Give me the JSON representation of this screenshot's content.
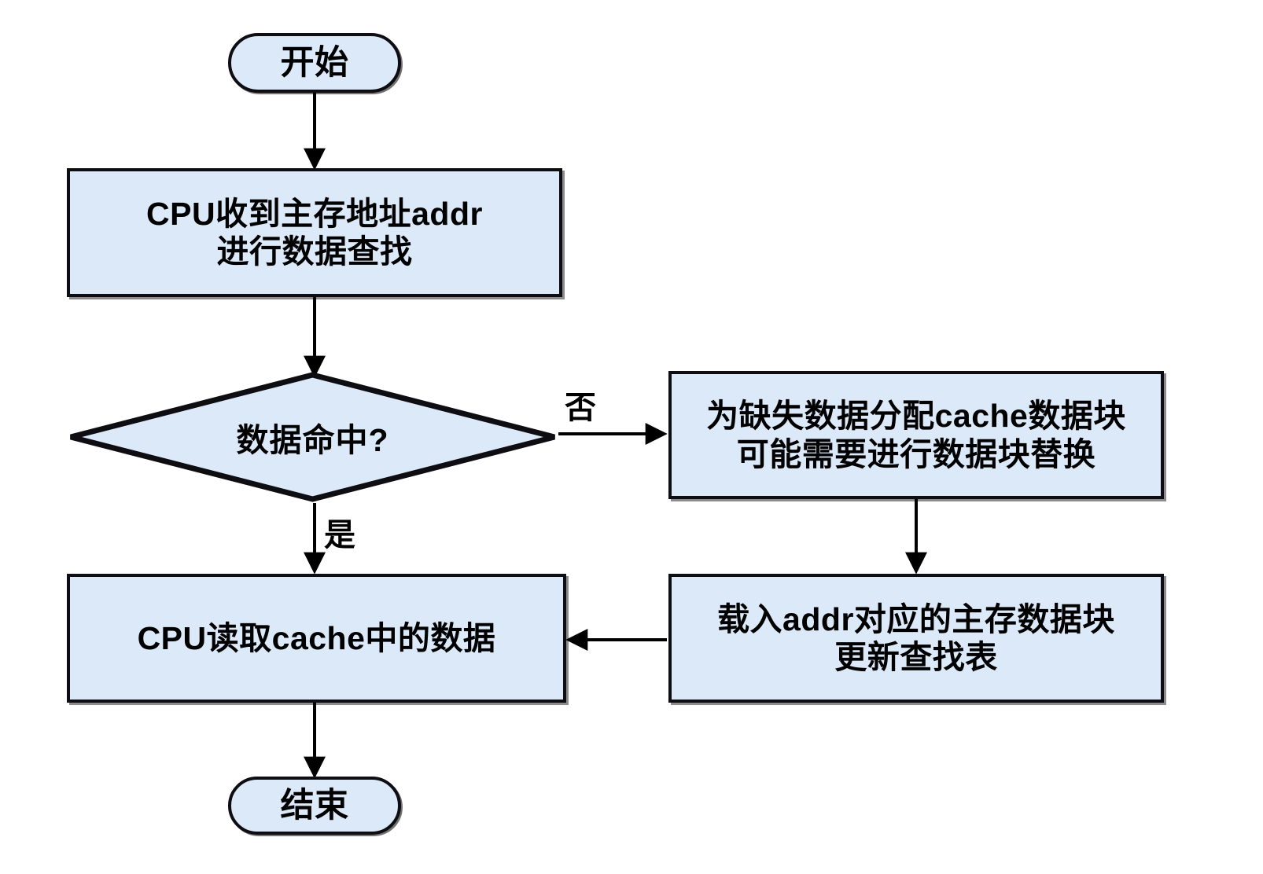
{
  "diagram": {
    "title": "CPU cache read flowchart",
    "background_color": "#ffffff",
    "node_fill_color": "#dce9f8",
    "node_border_color": "#0d0d12",
    "text_color": "#000000"
  },
  "nodes": {
    "start": {
      "shape": "terminator",
      "label": "开始"
    },
    "receive_addr": {
      "shape": "process",
      "line1": "CPU收到主存地址addr",
      "line2": "进行数据查找"
    },
    "hit_decision": {
      "shape": "decision",
      "label": "数据命中?"
    },
    "allocate_block": {
      "shape": "process",
      "line1": "为缺失数据分配cache数据块",
      "line2": "可能需要进行数据块替换"
    },
    "load_block": {
      "shape": "process",
      "line1": "载入addr对应的主存数据块",
      "line2": "更新查找表"
    },
    "read_cache": {
      "shape": "process",
      "line1": "CPU读取cache中的数据"
    },
    "end": {
      "shape": "terminator",
      "label": "结束"
    }
  },
  "edges": {
    "start_to_receive": {
      "label": ""
    },
    "receive_to_decision": {
      "label": ""
    },
    "decision_no": {
      "label": "否"
    },
    "decision_yes": {
      "label": "是"
    },
    "allocate_to_load": {
      "label": ""
    },
    "load_to_read": {
      "label": ""
    },
    "read_to_end": {
      "label": ""
    }
  }
}
